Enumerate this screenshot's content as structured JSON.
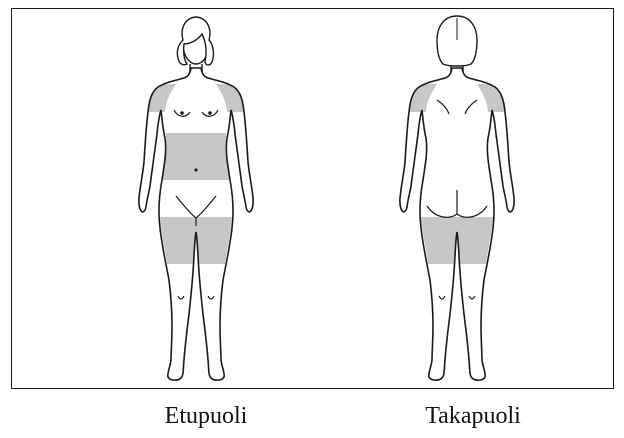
{
  "labels": {
    "front": "Etupuoli",
    "back": "Takapuoli"
  },
  "colors": {
    "outline": "#1a1a1a",
    "highlight": "#c7c7c7",
    "background": "#ffffff"
  },
  "highlighted_regions": {
    "front": [
      "upper-arms",
      "waist-abdomen",
      "thighs"
    ],
    "back": [
      "upper-arms",
      "thighs"
    ]
  }
}
